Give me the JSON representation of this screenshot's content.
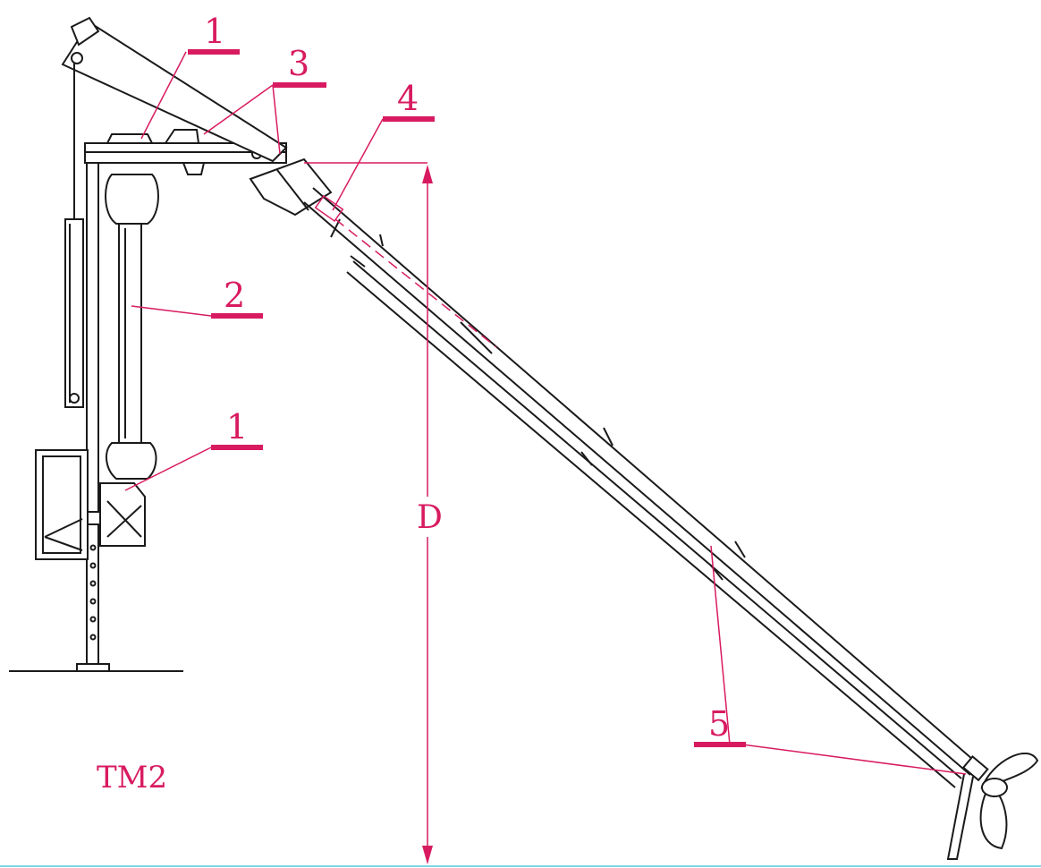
{
  "colors": {
    "annotation": "#d81b60",
    "line_art": "#1a1a1a",
    "background": "#ffffff",
    "baseline": "#7fd4e8"
  },
  "callouts": {
    "c1_top": "1",
    "c2": "2",
    "c3": "3",
    "c4": "4",
    "c1_bottom": "1",
    "c5": "5"
  },
  "dimension_label": "D",
  "model_label": "TM2"
}
